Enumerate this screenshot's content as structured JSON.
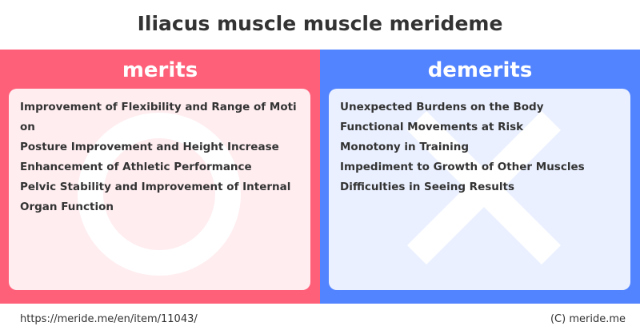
{
  "title": "Iliacus muscle muscle merideme",
  "merits": {
    "heading": "merits",
    "items": [
      "Improvement of Flexibility and Range of Motion",
      "Posture Improvement and Height Increase",
      "Enhancement of Athletic Performance",
      "Pelvic Stability and Improvement of Internal Org­an Function"
    ],
    "background_icon": "circle-icon",
    "color": "#ff6079"
  },
  "demerits": {
    "heading": "demerits",
    "items": [
      "Unexpected Burdens on the Body",
      "Functional Movements at Risk",
      "Monotony in Training",
      "Impediment to Growth of Other Muscles",
      "Difficulties in Seeing Results"
    ],
    "background_icon": "cross-icon",
    "color": "#5384ff"
  },
  "footer": {
    "url": "https://meride.me/en/item/11043/",
    "copyright": "(C) meride.me"
  }
}
